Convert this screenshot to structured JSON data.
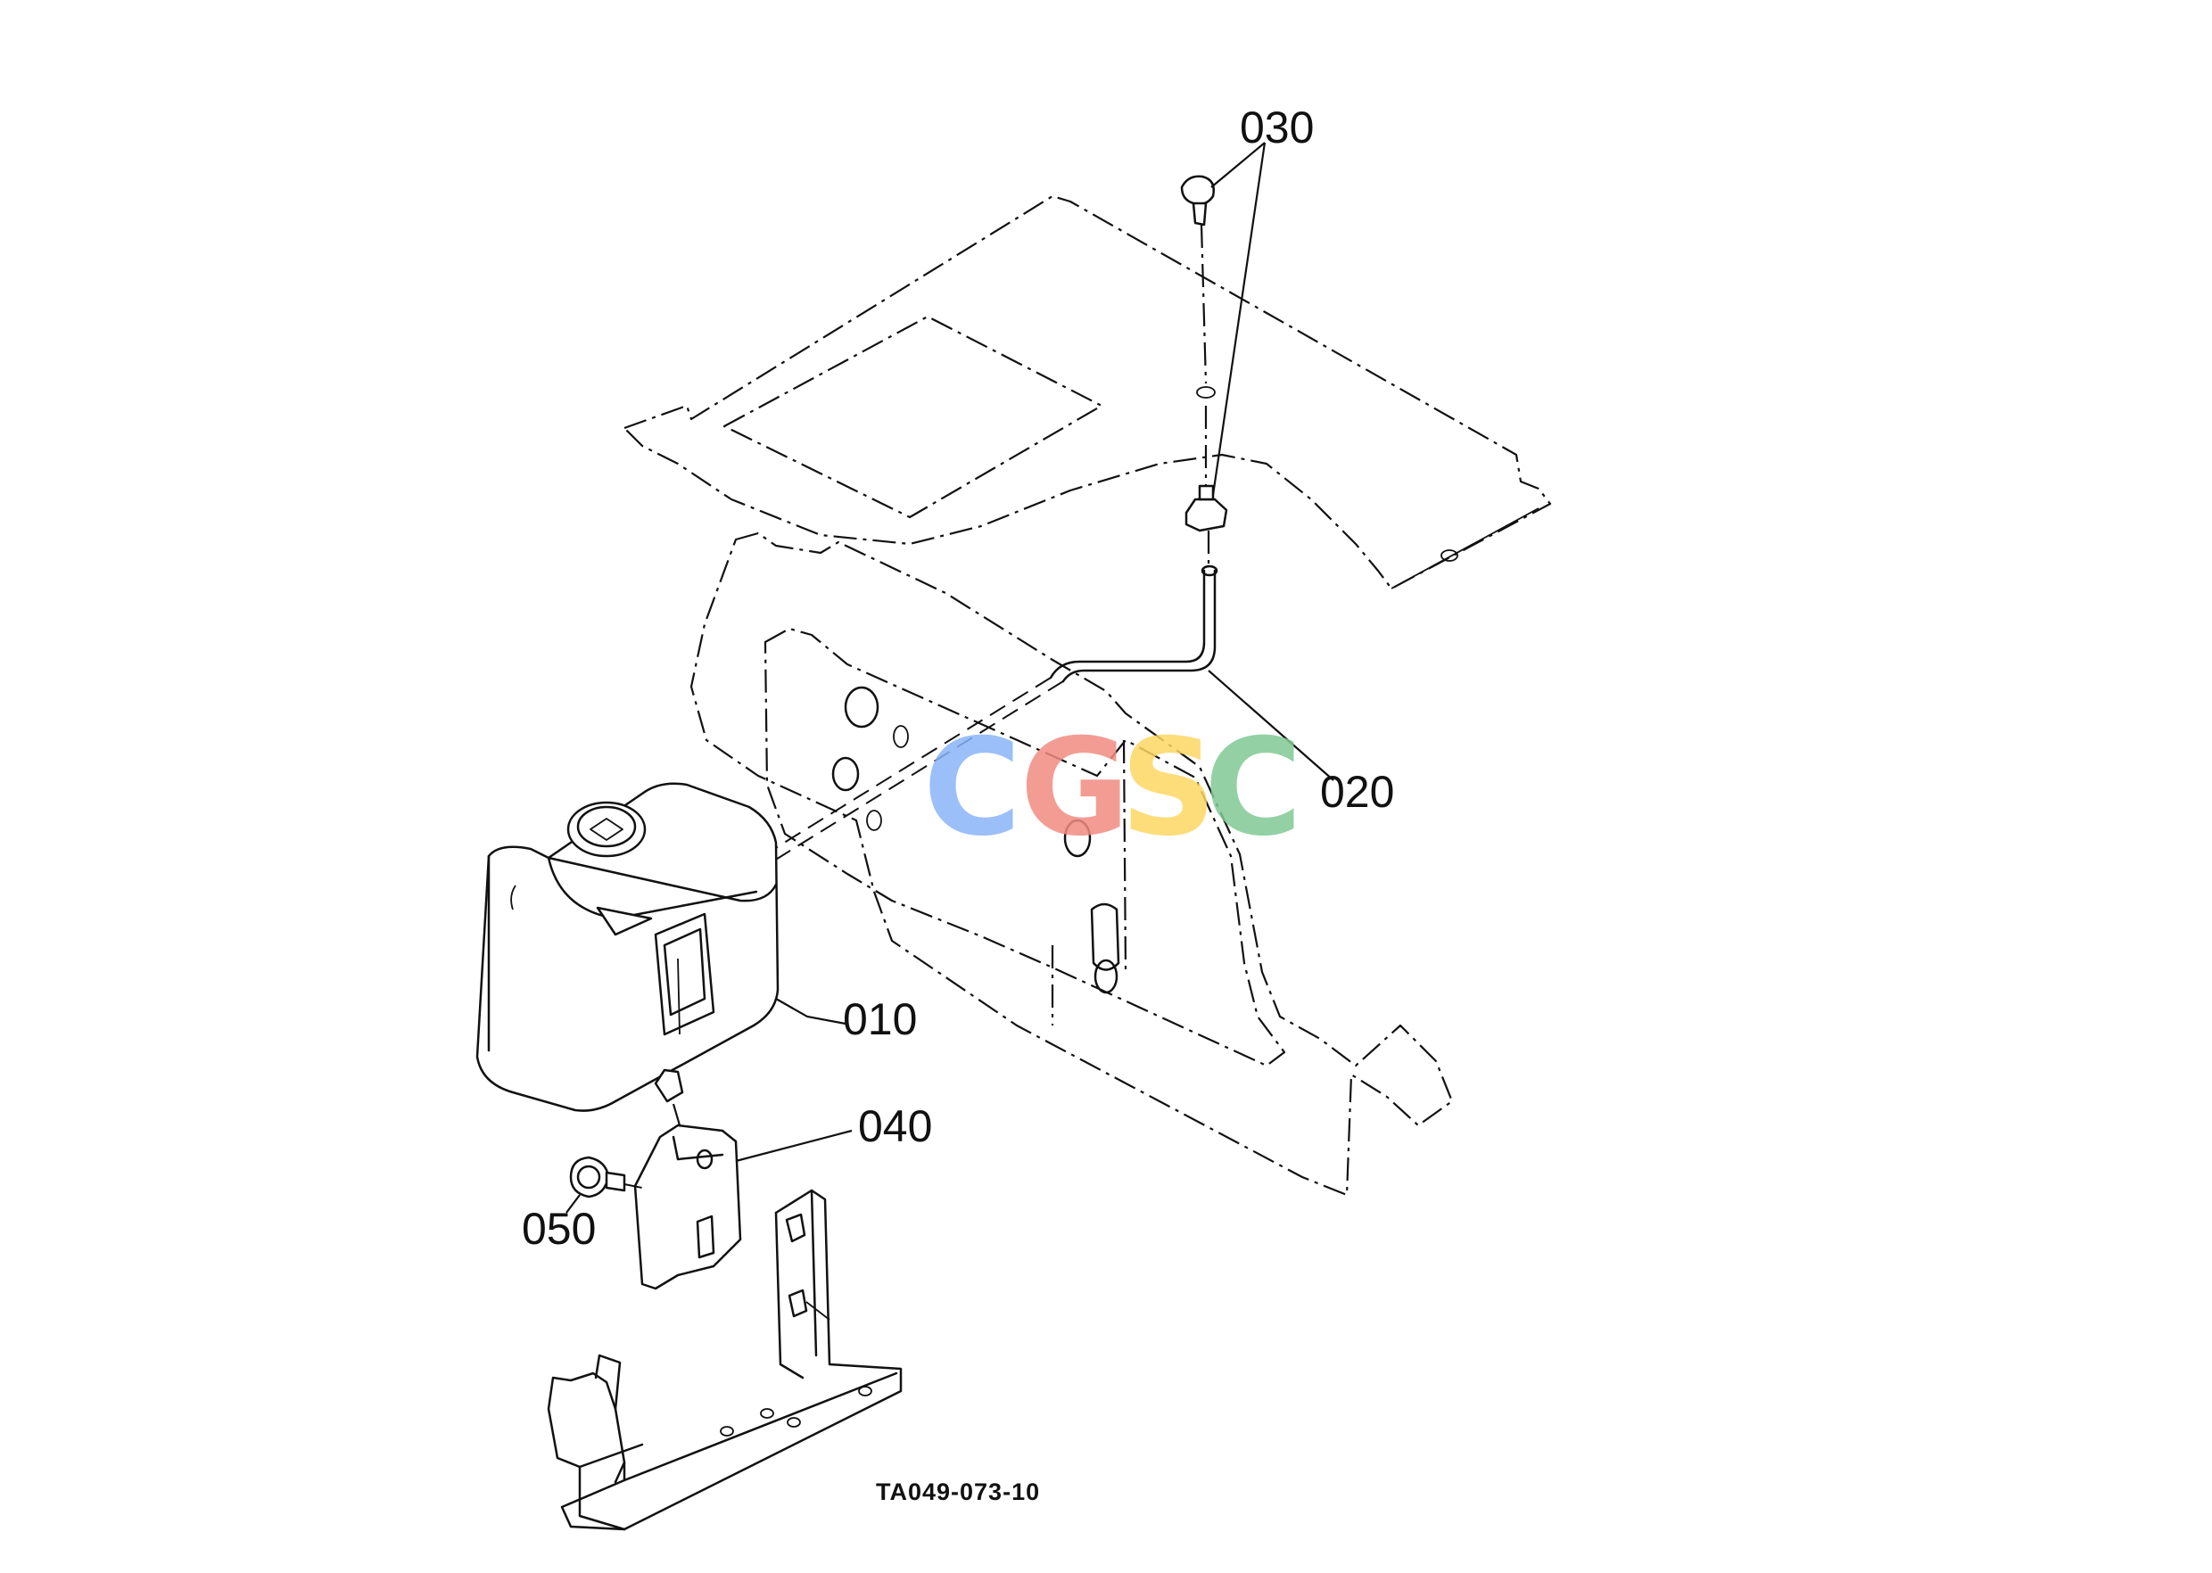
{
  "labels": {
    "p010": "010",
    "p020": "020",
    "p030": "030",
    "p040": "040",
    "p050": "050"
  },
  "reference_code": "TA049-073-10",
  "watermark": {
    "letters": [
      "C",
      "G",
      "S",
      "C"
    ],
    "colors": [
      "#8ab4f8",
      "#f28b82",
      "#fdd663",
      "#81c995"
    ]
  }
}
